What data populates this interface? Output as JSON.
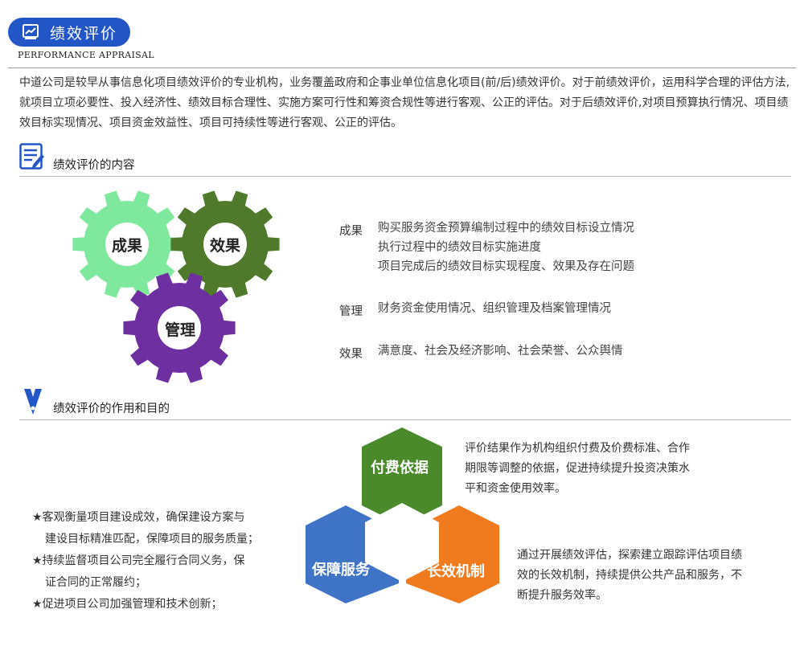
{
  "header": {
    "title": "绩效评价",
    "subtitle": "PERFORMANCE APPRAISAL"
  },
  "intro": "中道公司是较早从事信息化项目绩效评价的专业机构，业务覆盖政府和企事业单位信息化项目(前/后)绩效评价。对于前绩效评价，运用科学合理的评估方法,就项目立项必要性、投入经济性、绩效目标合理性、实施方案可行性和筹资合规性等进行客观、公正的评估。对于后绩效评价,对项目预算执行情况、项目绩效目标实现情况、项目资金效益性、项目可持续性等进行客观、公正的评估。",
  "content_section": {
    "title": "绩效评价的内容",
    "gears": {
      "result": "成果",
      "effect": "效果",
      "management": "管理"
    },
    "items": [
      {
        "category": "成果",
        "lines": [
          "购买服务资金预算编制过程中的绩效目标设立情况",
          "执行过程中的绩效目标实施进度",
          "项目完成后的绩效目标实现程度、效果及存在问题"
        ]
      },
      {
        "category": "管理",
        "lines": [
          "财务资金使用情况、组织管理及档案管理情况"
        ]
      },
      {
        "category": "效果",
        "lines": [
          "满意度、社会及经济影响、社会荣誉、公众舆情"
        ]
      }
    ]
  },
  "purpose_section": {
    "title": "绩效评价的作用和目的",
    "bullets": [
      "★客观衡量项目建设成效，确保建设方案与",
      "建设目标精准匹配，保障项目的服务质量；",
      "★持续监督项目公司完全履行合同义务，保",
      "证合同的正常履约；",
      "★促进项目公司加强管理和技术创新；"
    ],
    "hexagons": {
      "top": "付费依据",
      "left": "保障服务",
      "right": "长效机制"
    },
    "text_top": [
      "评价结果作为机构组织付费及价费标准、合作",
      "期限等调整的依据，促进持续提升投资决策水",
      "平和资金使用效率。"
    ],
    "text_right": [
      "通过开展绩效评估，探索建立跟踪评估项目绩",
      "效的长效机制，持续提供公共产品和服务，不",
      "断提升服务效率。"
    ]
  },
  "colors": {
    "brand_blue": "#2256c6",
    "gear_light_green": "#7ee89d",
    "gear_dark_green": "#4f7a2b",
    "gear_purple": "#6e2fa0",
    "hex_green": "#4a8a2a",
    "hex_blue": "#3f73c6",
    "hex_orange": "#f07a1e"
  }
}
